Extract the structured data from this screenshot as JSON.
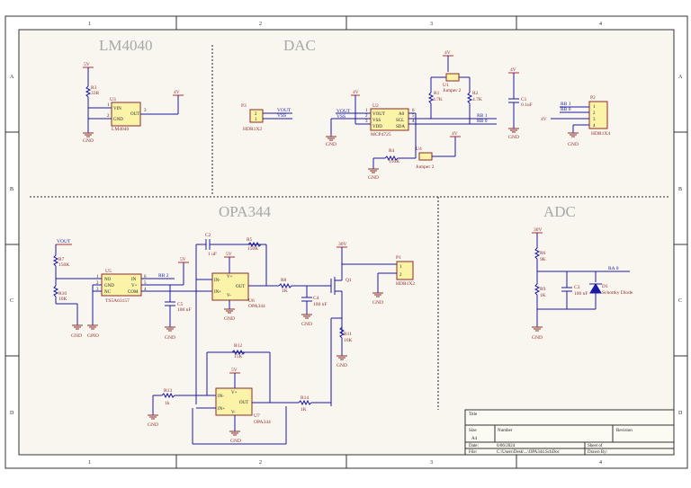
{
  "sections": {
    "lm4040": "LM4040",
    "dac": "DAC",
    "opa344": "OPA344",
    "adc": "ADC"
  },
  "border": {
    "cols": [
      "1",
      "2",
      "3",
      "4"
    ],
    "rows": [
      "A",
      "B",
      "C",
      "D"
    ]
  },
  "components": {
    "u3": {
      "ref": "U3",
      "name": "LM4040",
      "pins": [
        "VIN",
        "GND",
        "OUT"
      ],
      "nums": [
        "1",
        "2",
        "3"
      ]
    },
    "r3": {
      "ref": "R3",
      "value": "33R"
    },
    "p3": {
      "ref": "P3",
      "name": "HDR1X2",
      "pins": [
        "2",
        "1"
      ]
    },
    "u2": {
      "ref": "U2",
      "name": "MCP4725",
      "pins_left": [
        "VOUT",
        "VSS",
        "VDD"
      ],
      "pins_right": [
        "A0",
        "SCL",
        "SDA"
      ],
      "nums_left": [
        "1",
        "2",
        "3"
      ],
      "nums_right": [
        "6",
        "5",
        "4"
      ]
    },
    "u1": {
      "ref": "U1",
      "name": "Jumper 2"
    },
    "u4": {
      "ref": "U4",
      "name": "Jumper 2"
    },
    "r1": {
      "ref": "R1",
      "value": "4.7K"
    },
    "r2": {
      "ref": "R2",
      "value": "4.7K"
    },
    "r4": {
      "ref": "R4",
      "value": "150K"
    },
    "c1": {
      "ref": "C1",
      "value": "0.1uF"
    },
    "p2": {
      "ref": "P2",
      "name": "HDR1X4",
      "pins": [
        "1",
        "2",
        "3",
        "4"
      ]
    },
    "u5": {
      "ref": "U5",
      "name": "TS5A63157",
      "pins_left": [
        "NO",
        "GND",
        "NC"
      ],
      "pins_right": [
        "IN",
        "V+",
        "COM"
      ],
      "nums_left": [
        "1",
        "2",
        "3"
      ],
      "nums_right": [
        "6",
        "5",
        "4"
      ]
    },
    "r7": {
      "ref": "R7",
      "value": "150K"
    },
    "r10": {
      "ref": "R10",
      "value": "10K"
    },
    "c2": {
      "ref": "C2",
      "value": "1 uF"
    },
    "r5": {
      "ref": "R5",
      "value": "150K"
    },
    "u6": {
      "ref": "U6",
      "name": "OPA344",
      "pins": [
        "IN-",
        "IN+",
        "OUT",
        "V+",
        "V-"
      ]
    },
    "c5": {
      "ref": "C5",
      "value": "100 nF"
    },
    "r8": {
      "ref": "R8",
      "value": "1K"
    },
    "c4": {
      "ref": "C4",
      "value": "100 nF"
    },
    "q1": {
      "ref": "Q1"
    },
    "p1": {
      "ref": "P1",
      "name": "HDR1X2",
      "pins": [
        "1",
        "2"
      ]
    },
    "r11": {
      "ref": "R11",
      "value": "10K"
    },
    "r12": {
      "ref": "R12",
      "value": "15K"
    },
    "r13": {
      "ref": "R13",
      "value": "1k"
    },
    "u7": {
      "ref": "U7",
      "name": "OPA344",
      "pins": [
        "IN-",
        "IN+",
        "OUT",
        "V+",
        "V-"
      ]
    },
    "r14": {
      "ref": "R14",
      "value": "1K"
    },
    "r6": {
      "ref": "R6",
      "value": "9K"
    },
    "r9": {
      "ref": "R9",
      "value": "1K"
    },
    "c3": {
      "ref": "C3",
      "value": "100 nF"
    },
    "d1": {
      "ref": "D1",
      "name": "Schottky Diode"
    }
  },
  "nets": {
    "v5": "5V",
    "v4": "4V",
    "v30": "30V",
    "gnd": "GND",
    "gpio": "GPIO",
    "vout": "VOUT",
    "vss": "VSS",
    "rb1": "RB 1",
    "rb0": "RB 0",
    "rb2": "RB 2",
    "ra0": "RA 0",
    "pin_a0": "A0"
  },
  "title_block": {
    "title_label": "Title",
    "size_label": "Size",
    "size_value": "A4",
    "number_label": "Number",
    "revision_label": "Revision",
    "date_label": "Date:",
    "date_value": "6/06/2024",
    "file_label": "File:",
    "file_value": "C:\\Users\\Desk\\...\\OPA344.SchDoc",
    "sheet_label": "Sheet    of",
    "drawn_label": "Drawn By:"
  },
  "colors": {
    "wire": "#1a1aa6",
    "part": "#8b2b2b",
    "body": "#fbf3a8",
    "heading": "#a8a8a8"
  }
}
